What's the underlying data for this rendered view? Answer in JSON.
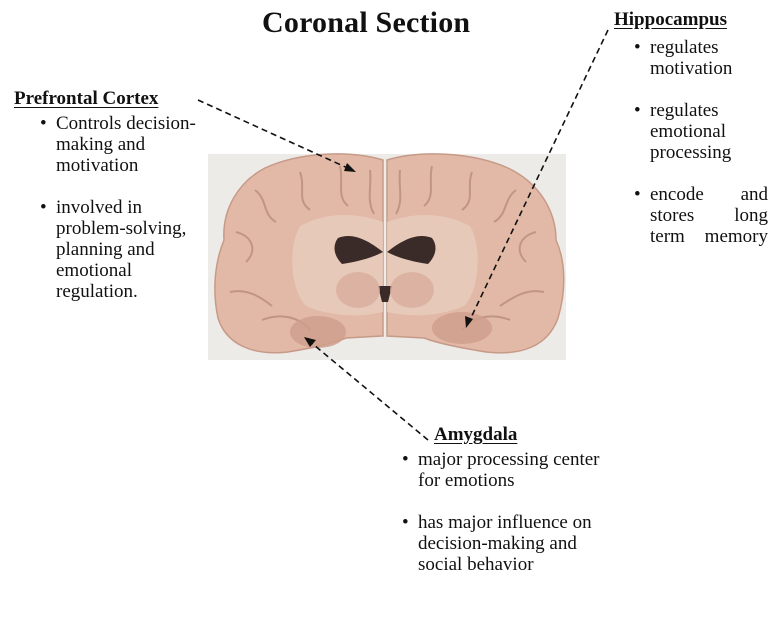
{
  "title": "Coronal Section",
  "prefrontal": {
    "heading": "Prefrontal Cortex",
    "bullets": [
      " Controls decision-making and motivation",
      "involved in problem-solving, planning and emotional regulation."
    ]
  },
  "hippocampus": {
    "heading": "Hippocampus",
    "bullets": [
      "regulates motivation",
      "regulates emotional processing",
      "encode and stores long term memory"
    ]
  },
  "amygdala": {
    "heading": "Amygdala",
    "bullets": [
      "major processing center for emotions",
      "has major influence on decision-making and social behavior"
    ]
  },
  "image": {
    "description_icon": "brain-coronal-section-photo",
    "tissue_color": "#e2b8a6",
    "background_color": "#ecebe8"
  }
}
